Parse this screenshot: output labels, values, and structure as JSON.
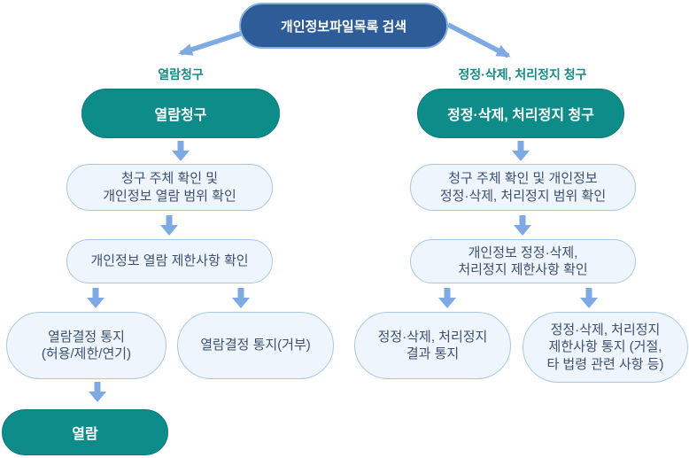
{
  "diagram": {
    "top": {
      "label": "개인정보파일목록 검색"
    },
    "left": {
      "branch_label": "열람청구",
      "request": "열람청구",
      "step1": {
        "line1": "청구 주체 확인 및",
        "line2": "개인정보 열람 범위 확인"
      },
      "step2": {
        "line1": "개인정보 열람 제한사항 확인"
      },
      "result_allow": {
        "line1": "열람결정 통지",
        "line2": "(허용/제한/연기)"
      },
      "result_deny": {
        "line1": "열람결정 통지(거부)"
      },
      "final": "열람"
    },
    "right": {
      "branch_label": "정정·삭제, 처리정지 청구",
      "request": "정정·삭제, 처리정지 청구",
      "step1": {
        "line1": "청구 주체 확인 및 개인정보",
        "line2": "정정·삭제, 처리정지 범위 확인"
      },
      "step2": {
        "line1": "개인정보 정정·삭제,",
        "line2": "처리정지 제한사항 확인"
      },
      "result_notify": {
        "line1": "정정·삭제, 처리정지",
        "line2": "결과 통지"
      },
      "result_restrict": {
        "line1": "정정·삭제, 처리정지",
        "line2": "제한사항 통지 (거절,",
        "line3": "타 법령 관련 사항 등)"
      }
    },
    "colors": {
      "primary_blue": "#2e5c99",
      "primary_blue_border": "#8ab1e0",
      "teal": "#0e8c8a",
      "teal_border": "#0b7a78",
      "light_box_fill": "#eef5fc",
      "light_box_border": "#a9c7e9",
      "arrow_blue": "#7fa9e2",
      "label_teal": "#178a86",
      "dark_text": "#3d4f71"
    }
  }
}
